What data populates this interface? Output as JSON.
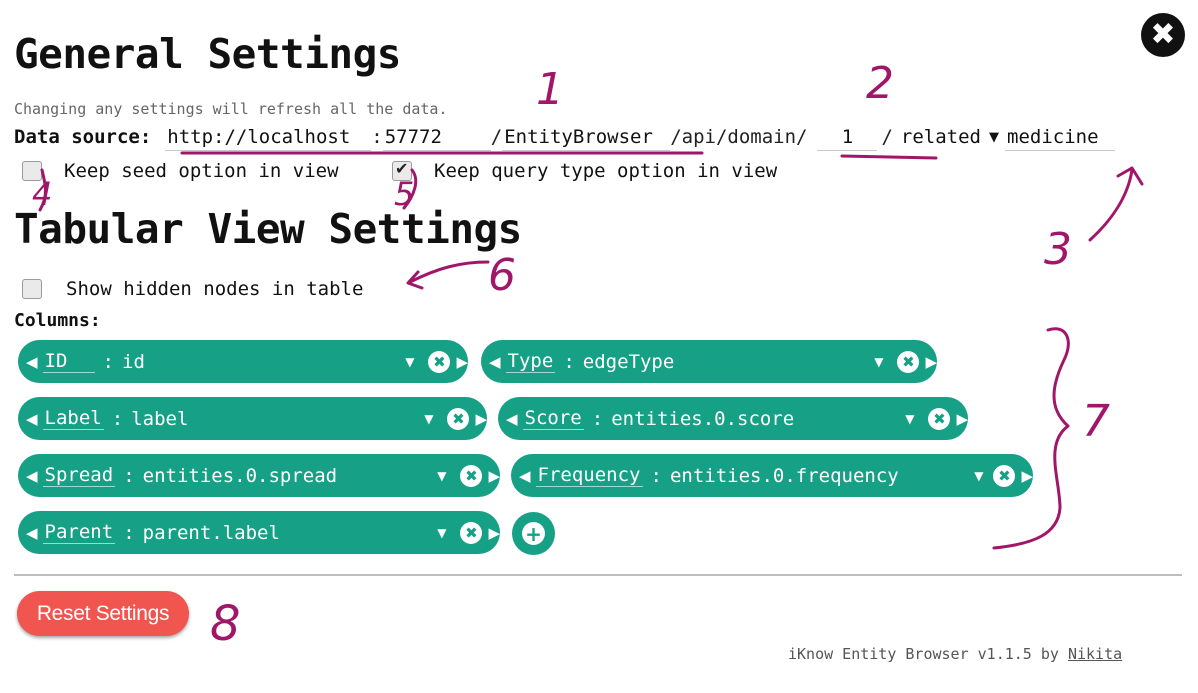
{
  "general": {
    "title": "General Settings",
    "hint": "Changing any settings will refresh all the data.",
    "data_source": {
      "label": "Data source:",
      "host": "http://localhost",
      "port_prefix": ":",
      "port": "57772",
      "path_prefix": "/",
      "app_path": "EntityBrowser",
      "api_path": "/api/domain/",
      "domain_id": "1",
      "slash": "/",
      "query_type": "related",
      "seed": "medicine"
    },
    "keep_seed": {
      "label": "Keep seed option in view",
      "checked": false
    },
    "keep_query": {
      "label": "Keep query type option in view",
      "checked": true
    }
  },
  "tabular": {
    "title": "Tabular View Settings",
    "show_hidden": {
      "label": "Show hidden nodes in table",
      "checked": false
    },
    "columns_label": "Columns:",
    "columns": [
      {
        "key": "ID",
        "value": "id"
      },
      {
        "key": "Type",
        "value": "edgeType"
      },
      {
        "key": "Label",
        "value": "label"
      },
      {
        "key": "Score",
        "value": "entities.0.score"
      },
      {
        "key": "Spread",
        "value": "entities.0.spread"
      },
      {
        "key": "Frequency",
        "value": "entities.0.frequency"
      },
      {
        "key": "Parent",
        "value": "parent.label"
      }
    ],
    "separator": ":"
  },
  "actions": {
    "reset_label": "Reset Settings"
  },
  "footer": {
    "text": "iKnow Entity Browser v1.1.5 by ",
    "author": "Nikita"
  },
  "annotations": [
    "1",
    "2",
    "3",
    "4",
    "5",
    "6",
    "7",
    "8"
  ],
  "colors": {
    "accent": "#16a085",
    "reset": "#f0554f",
    "annotation": "#a0176a"
  },
  "icons": {
    "close": "close-icon",
    "arrow_left": "arrow-left-icon",
    "arrow_right": "arrow-right-icon",
    "dropdown": "dropdown-icon",
    "remove": "remove-icon",
    "add": "add-icon",
    "checkbox": "checkbox-icon"
  }
}
